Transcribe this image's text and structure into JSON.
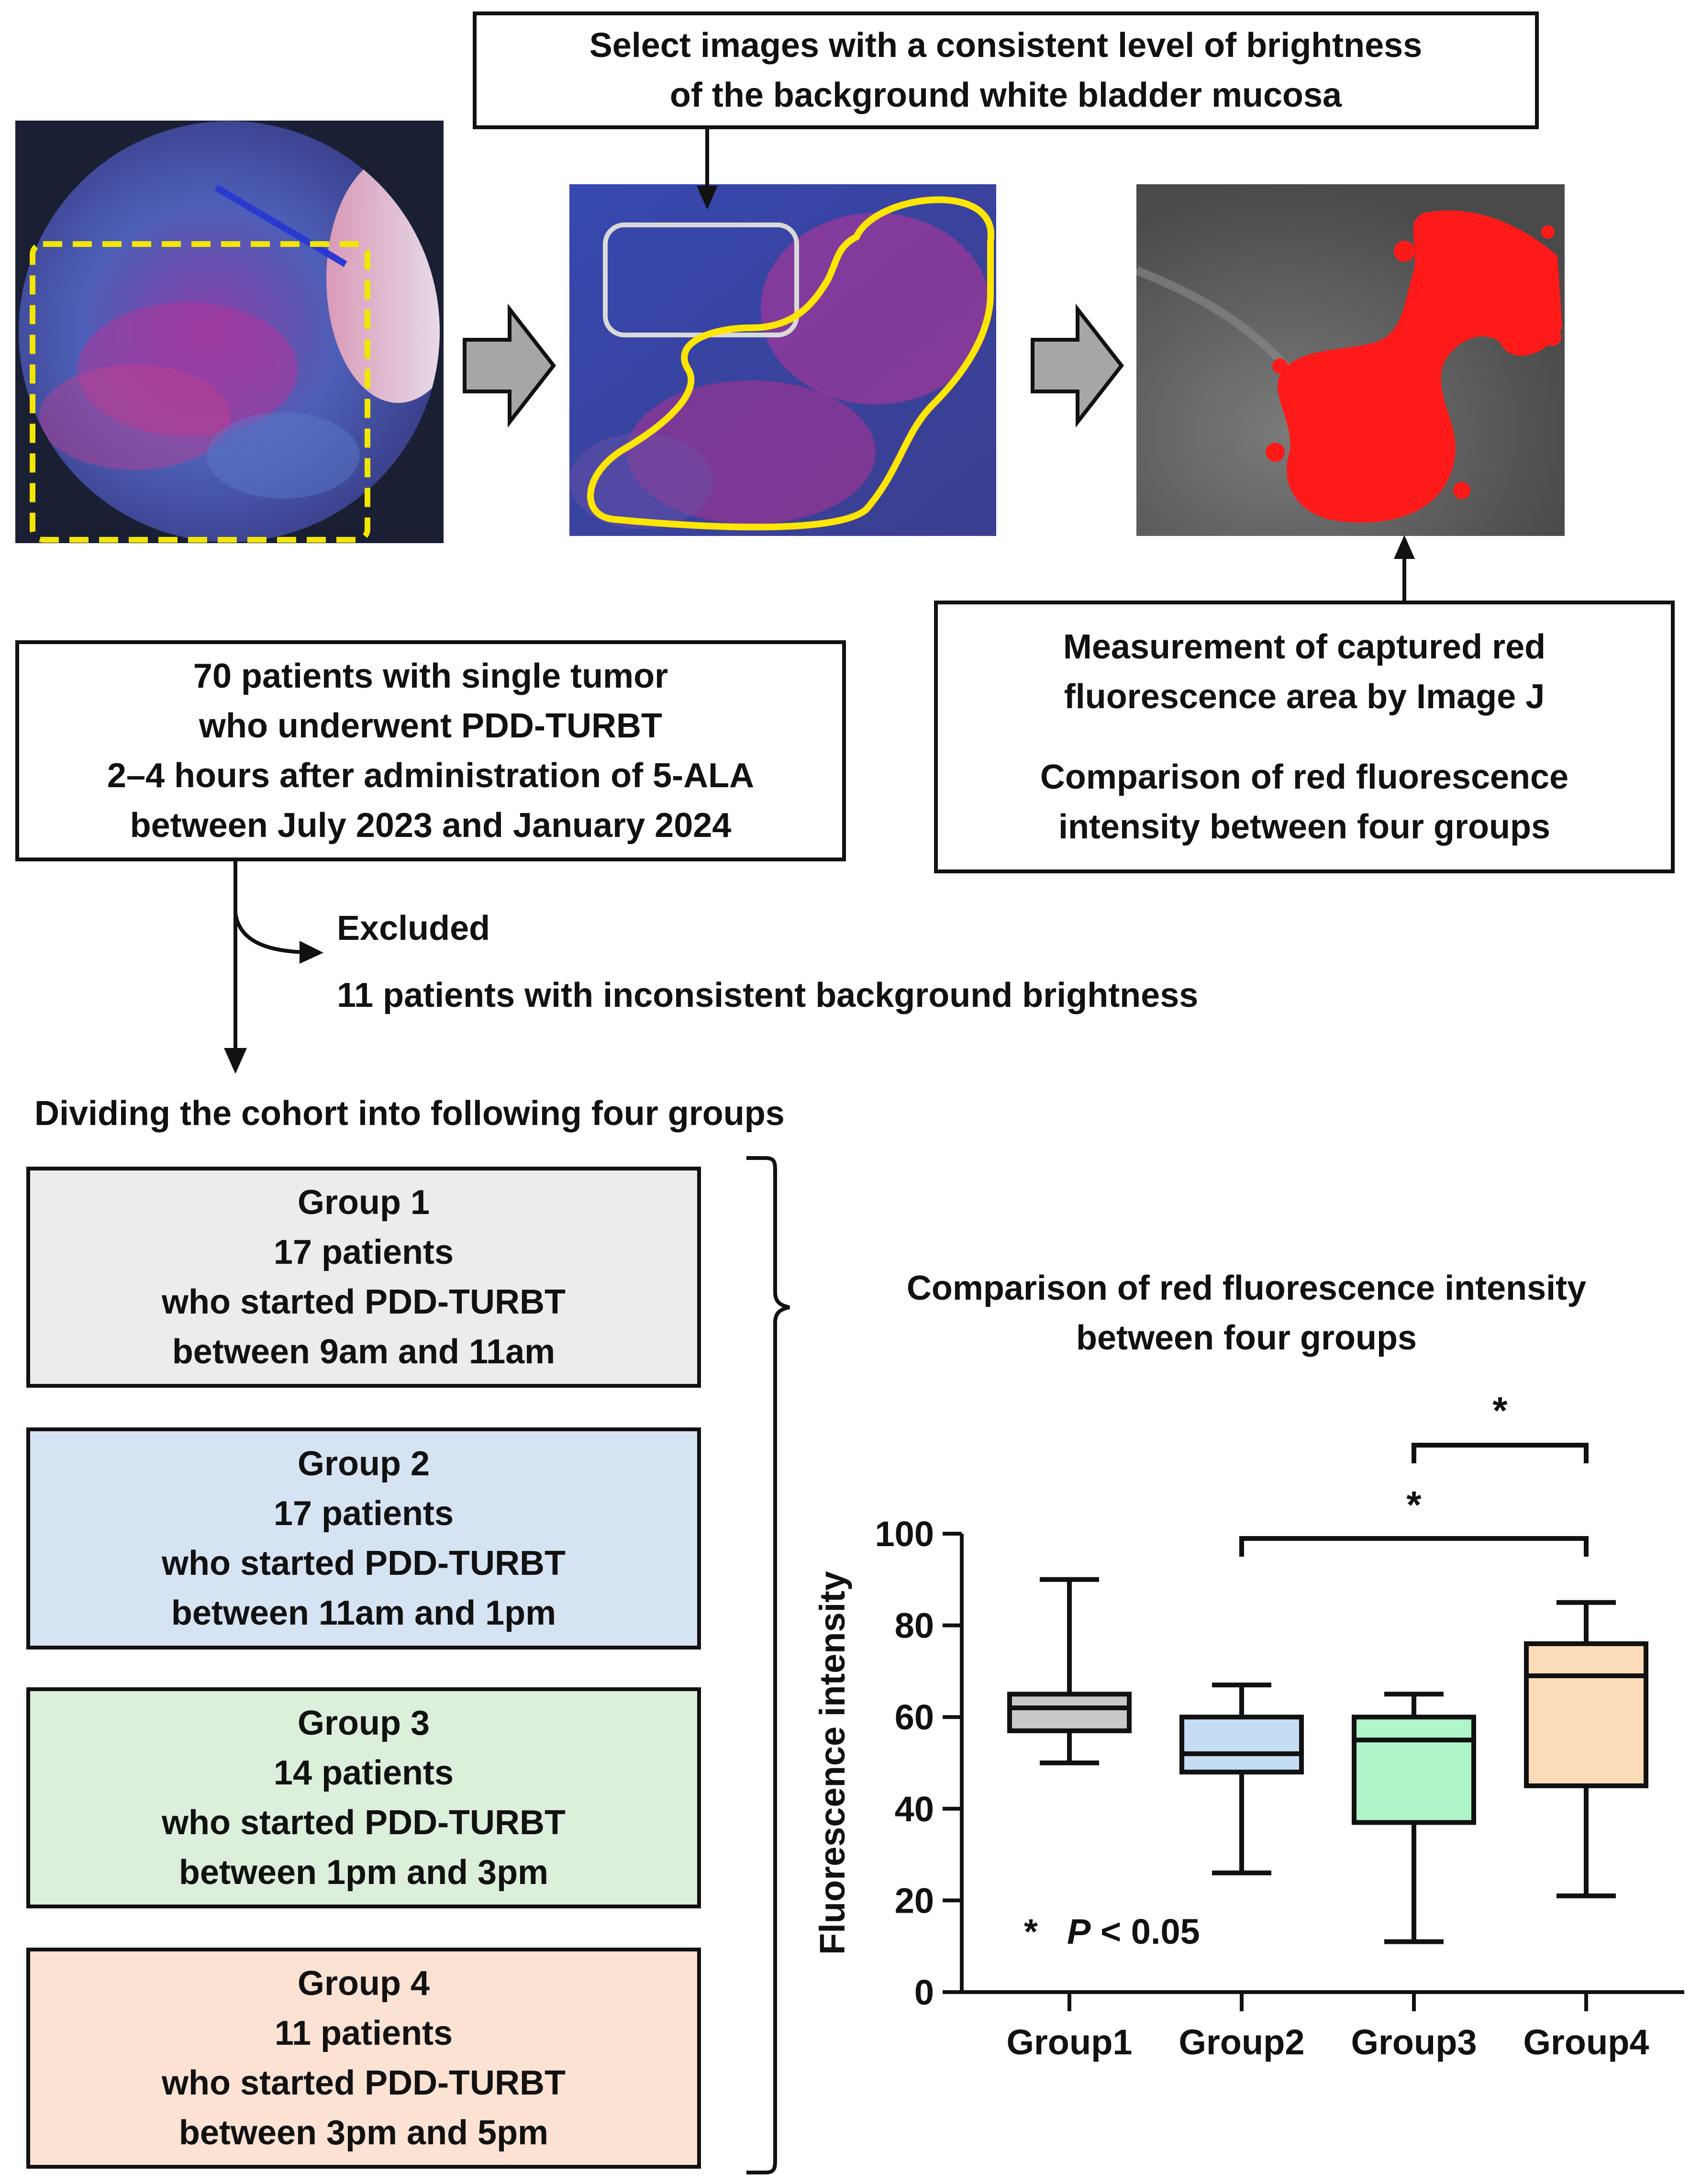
{
  "top_box": {
    "line1": "Select images with a consistent level of brightness",
    "line2": "of the background white bladder mucosa"
  },
  "measure_box": {
    "line1": "Measurement of captured red",
    "line2": "fluorescence area by Image J",
    "line3": "Comparison of red fluorescence",
    "line4": "intensity between four groups"
  },
  "cohort_box": {
    "line1": "70 patients with single tumor",
    "line2": "who underwent PDD-TURBT",
    "line3": "2–4 hours after administration of 5-ALA",
    "line4": "between July 2023 and January 2024"
  },
  "excluded": {
    "label": "Excluded",
    "detail": "11 patients with inconsistent background brightness"
  },
  "dividing_label": "Dividing the cohort into following four groups",
  "groups": [
    {
      "title": "Group 1",
      "count": "17 patients",
      "desc": "who started PDD-TURBT",
      "time": "between 9am and 11am",
      "color": "#ececec"
    },
    {
      "title": "Group 2",
      "count": "17 patients",
      "desc": "who started PDD-TURBT",
      "time": "between 11am and 1pm",
      "color": "#d6e3f3"
    },
    {
      "title": "Group 3",
      "count": "14 patients",
      "desc": "who started PDD-TURBT",
      "time": "between 1pm and 3pm",
      "color": "#dcefdb"
    },
    {
      "title": "Group 4",
      "count": "11 patients",
      "desc": "who started PDD-TURBT",
      "time": "between 3pm and 5pm",
      "color": "#fbe2d3"
    }
  ],
  "comparison_label": {
    "line1": "Comparison of red fluorescence intensity",
    "line2": "between four groups"
  },
  "chart_data": {
    "type": "box",
    "ylabel": "Fluorescence intensity",
    "ylim": [
      0,
      100
    ],
    "yticks": [
      0,
      20,
      40,
      60,
      80,
      100
    ],
    "categories": [
      "Group1",
      "Group2",
      "Group3",
      "Group4"
    ],
    "boxes": [
      {
        "category": "Group1",
        "min": 50,
        "q1": 57,
        "median": 62,
        "q3": 65,
        "max": 90,
        "color": "#c8c8c8"
      },
      {
        "category": "Group2",
        "min": 26,
        "q1": 48,
        "median": 52,
        "q3": 60,
        "max": 67,
        "color": "#c5dcf5"
      },
      {
        "category": "Group3",
        "min": 11,
        "q1": 37,
        "median": 55,
        "q3": 60,
        "max": 65,
        "color": "#aef5c8"
      },
      {
        "category": "Group4",
        "min": 21,
        "q1": 45,
        "median": 69,
        "q3": 76,
        "max": 85,
        "color": "#fcdcb8"
      }
    ],
    "significance": [
      {
        "from": "Group3",
        "to": "Group4",
        "label": "*"
      },
      {
        "from": "Group2",
        "to": "Group4",
        "label": "*"
      }
    ],
    "annotation": {
      "star": "*",
      "p": "P",
      "rest": "< 0.05"
    }
  }
}
